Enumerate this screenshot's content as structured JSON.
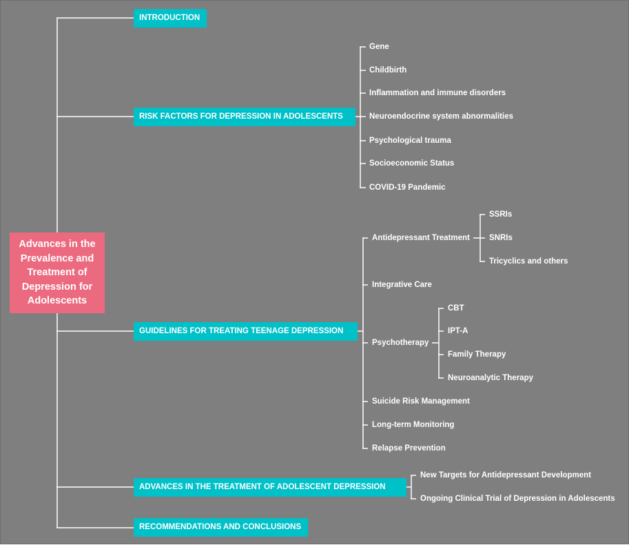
{
  "root": {
    "title_lines": [
      "Advances in the",
      "Prevalence and",
      "Treatment of",
      "Depression for",
      "Adolescents"
    ]
  },
  "sections": {
    "introduction": "INTRODUCTION",
    "risk_factors": "RISK FACTORS FOR DEPRESSION IN ADOLESCENTS",
    "guidelines": "GUIDELINES FOR TREATING TEENAGE DEPRESSION",
    "advances": "ADVANCES IN THE TREATMENT OF ADOLESCENT DEPRESSION",
    "recommendations": "RECOMMENDATIONS AND CONCLUSIONS"
  },
  "risk_factors": [
    "Gene",
    "Childbirth",
    "Inflammation and immune disorders",
    "Neuroendocrine system abnormalities",
    "Psychological trauma",
    "Socioeconomic Status",
    "COVID-19 Pandemic"
  ],
  "guidelines": {
    "antidepressant": {
      "label": "Antidepressant Treatment",
      "children": [
        "SSRIs",
        "SNRIs",
        "Tricyclics and others"
      ]
    },
    "integrative_care": "Integrative Care",
    "psychotherapy": {
      "label": "Psychotherapy",
      "children": [
        "CBT",
        "IPT-A",
        "Family Therapy",
        "Neuroanalytic Therapy"
      ]
    },
    "suicide_risk": "Suicide Risk Management",
    "monitoring": "Long-term Monitoring",
    "relapse": "Relapse Prevention"
  },
  "advances": [
    "New Targets for Antidepressant Development",
    "Ongoing Clinical Trial of Depression in Adolescents"
  ],
  "colors": {
    "background": "#7f7f7f",
    "root_fill": "#ec6a80",
    "section_fill": "#00c0c8",
    "text": "#ffffff",
    "connector": "#ffffff"
  }
}
